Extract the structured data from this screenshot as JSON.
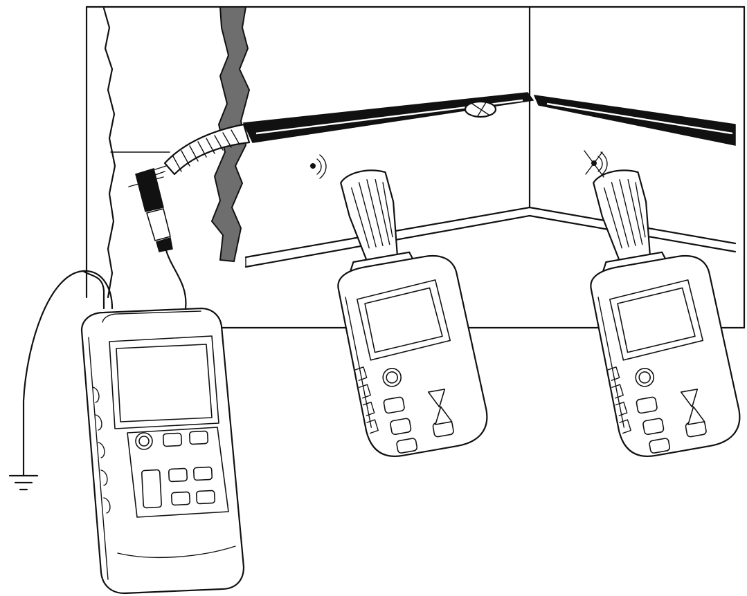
{
  "colors": {
    "ink": "#111111",
    "paper": "#ffffff",
    "wall_gap_gray": "#6e6e6e",
    "pipe_black": "#0a0a0a"
  },
  "icons": {
    "ground": "ground-symbol-icon",
    "signal": "signal-waves-icon",
    "fault": "fault-signal-icon",
    "arrow_up": "triangle-up-icon",
    "arrow_down": "triangle-down-icon",
    "power": "power-button-icon"
  },
  "receivers": [
    {
      "role": "locating-receiver",
      "signal_state": "normal"
    },
    {
      "role": "locating-receiver",
      "signal_state": "fault"
    }
  ],
  "transmitter": {
    "role": "signal-transmitter",
    "leads": 2,
    "grounded": true
  }
}
